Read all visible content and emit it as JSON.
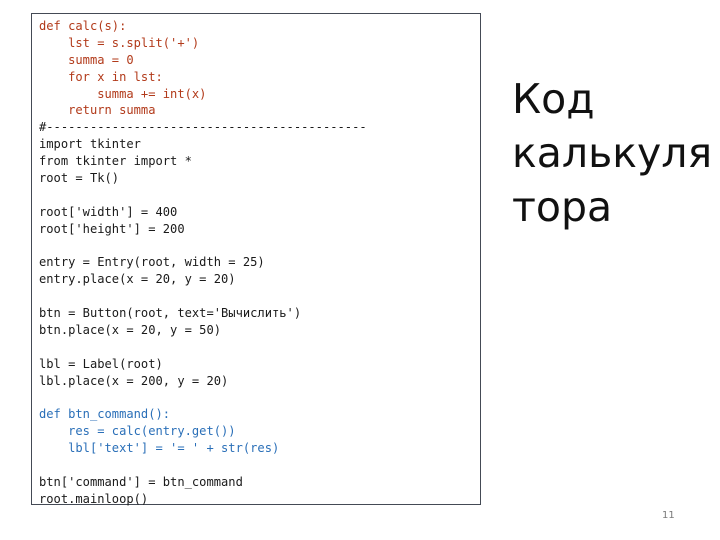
{
  "code_lines": [
    {
      "text": "def calc(s):",
      "color": "#b23a1a"
    },
    {
      "text": "    lst = s.split('+')",
      "color": "#b23a1a"
    },
    {
      "text": "    summa = 0",
      "color": "#b23a1a"
    },
    {
      "text": "    for x in lst:",
      "color": "#b23a1a"
    },
    {
      "text": "        summa += int(x)",
      "color": "#b23a1a"
    },
    {
      "text": "    return summa",
      "color": "#b23a1a"
    },
    {
      "text": "#--------------------------------------------",
      "color": "#1a1a1a"
    },
    {
      "text": "import tkinter",
      "color": "#1a1a1a"
    },
    {
      "text": "from tkinter import *",
      "color": "#1a1a1a"
    },
    {
      "text": "root = Tk()",
      "color": "#1a1a1a"
    },
    {
      "text": "",
      "color": "#1a1a1a"
    },
    {
      "text": "root['width'] = 400",
      "color": "#1a1a1a"
    },
    {
      "text": "root['height'] = 200",
      "color": "#1a1a1a"
    },
    {
      "text": "",
      "color": "#1a1a1a"
    },
    {
      "text": "entry = Entry(root, width = 25)",
      "color": "#1a1a1a"
    },
    {
      "text": "entry.place(x = 20, y = 20)",
      "color": "#1a1a1a"
    },
    {
      "text": "",
      "color": "#1a1a1a"
    },
    {
      "text": "btn = Button(root, text='Вычислить')",
      "color": "#1a1a1a"
    },
    {
      "text": "btn.place(x = 20, y = 50)",
      "color": "#1a1a1a"
    },
    {
      "text": "",
      "color": "#1a1a1a"
    },
    {
      "text": "lbl = Label(root)",
      "color": "#1a1a1a"
    },
    {
      "text": "lbl.place(x = 200, y = 20)",
      "color": "#1a1a1a"
    },
    {
      "text": "",
      "color": "#1a1a1a"
    },
    {
      "text": "def btn_command():",
      "color": "#2a6fb8"
    },
    {
      "text": "    res = calc(entry.get())",
      "color": "#2a6fb8"
    },
    {
      "text": "    lbl['text'] = '= ' + str(res)",
      "color": "#2a6fb8"
    },
    {
      "text": "",
      "color": "#1a1a1a"
    },
    {
      "text": "btn['command'] = btn_command",
      "color": "#1a1a1a"
    },
    {
      "text": "root.mainloop()",
      "color": "#1a1a1a"
    }
  ],
  "title_lines": [
    "Код",
    "калькуля",
    "тора"
  ],
  "page_number": "11"
}
